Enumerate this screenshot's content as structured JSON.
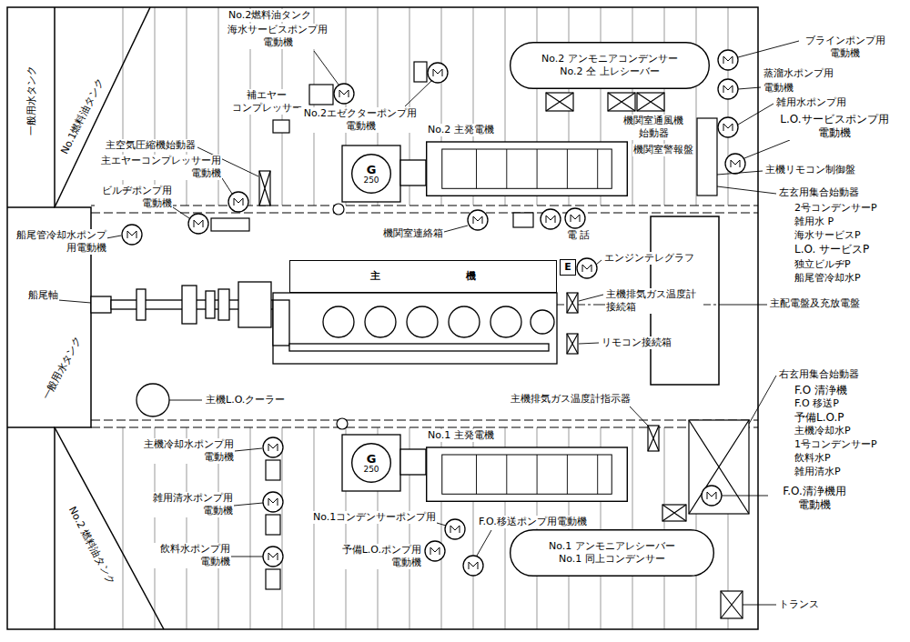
{
  "diagram": {
    "nodes": [
      {
        "text": [
          "No.2 アンモニアコンデンサー",
          "No.2 仝 上レシーバー"
        ]
      },
      {
        "text": [
          "No.2 主発電機"
        ]
      },
      {
        "text": [
          "G",
          "250"
        ]
      },
      {
        "text": [
          "E"
        ]
      },
      {
        "text": [
          "主 機"
        ]
      },
      {
        "text": [
          "No.1 主発電機"
        ]
      },
      {
        "text": [
          "G",
          "250"
        ]
      },
      {
        "text": [
          "No.1 アンモニアレシーバー",
          "No.1 同上コンデンサー"
        ]
      }
    ],
    "labels": [
      "No.2燃料油タンク",
      "海水サービスポンプ用 電動機",
      "補エヤー コンプレッサー",
      "No.2エゼクターポンプ用 電動機",
      "No.1燃料油タンク",
      "一般用水タンク",
      "主空気圧縮機始動器",
      "主エヤーコンプレッサー用 電動機",
      "ビルヂポンプ用 電動機",
      "船尾管冷却水ポンプ 用電動機",
      "船尾軸",
      "一般用水タンク",
      "主機L.O.クーラー",
      "主機冷却水ポンプ用 電動機",
      "雑用清水ポンプ用 電動機",
      "飲料水ポンプ用 電動機",
      "No.2 燃料油タンク",
      "No.1コンデンサーポンプ用",
      "予備L.O.ポンプ用 電動機",
      "F.O.移送ポンプ用電動機",
      "機関室連絡箱",
      "電 話",
      "エンジンテレグラフ",
      "主機排気ガス温度計 接続箱",
      "リモコン接続箱",
      "主機排気ガス温度計指示器",
      "ブラインポンプ用 電動機",
      "蒸溜水ポンプ用",
      "電動機",
      "雑用水ポンプ用",
      "L.O.サービスポンプ用 電動機",
      "機関室通風機 始動器",
      "機関室警報盤",
      "主機リモコン制御盤",
      "左玄用集合始動器",
      "2号コンデンサーP",
      "雑用水 P",
      "海水サービスP",
      "L.O. サービスP",
      "独立ビルヂP",
      "船尾管冷却水P",
      "主配電盤及充放電盤",
      "右玄用集合始動器",
      "F.O 清浄機",
      "F.O 移送P",
      "予備L.O.P",
      "主機冷却水P",
      "1号コンデンサーP",
      "飲料水P",
      "雑用清水P",
      "F.O.清浄機用 電動機",
      "トランス"
    ]
  }
}
